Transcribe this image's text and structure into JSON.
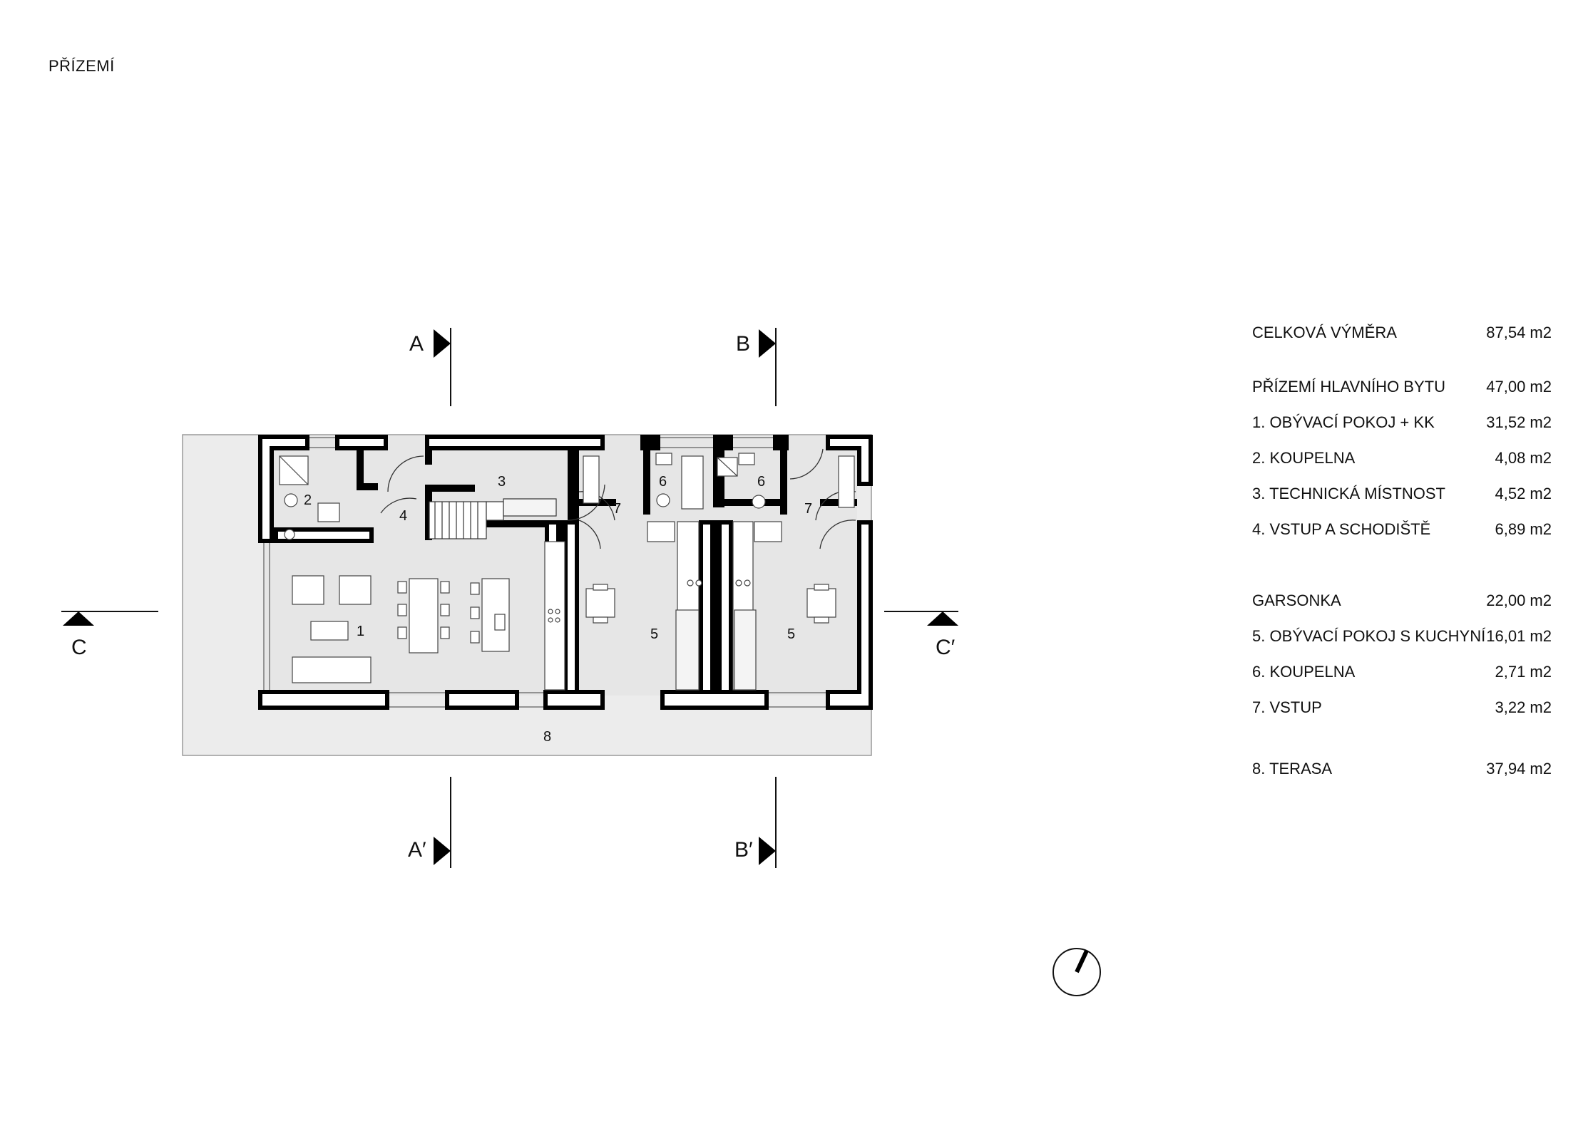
{
  "page": {
    "title": "PŘÍZEMÍ"
  },
  "sections": {
    "a_top": "A",
    "b_top": "B",
    "a_bottom": "A′",
    "b_bottom": "B′",
    "c_left": "C",
    "c_right": "C′"
  },
  "rooms": {
    "r1": "1",
    "r2": "2",
    "r3": "3",
    "r4": "4",
    "r5a": "5",
    "r5b": "5",
    "r6a": "6",
    "r6b": "6",
    "r7a": "7",
    "r7b": "7",
    "r8": "8"
  },
  "areas": {
    "total": {
      "label": "CELKOVÁ VÝMĚRA",
      "value": "87,54 m2"
    },
    "main_flat": {
      "label": "PŘÍZEMÍ HLAVNÍHO BYTU",
      "value": "47,00 m2"
    },
    "items_main": [
      {
        "label": "1. OBÝVACÍ POKOJ + KK",
        "value": "31,52 m2"
      },
      {
        "label": "2. KOUPELNA",
        "value": "4,08 m2"
      },
      {
        "label": "3. TECHNICKÁ MÍSTNOST",
        "value": "4,52 m2"
      },
      {
        "label": "4. VSTUP A SCHODIŠTĚ",
        "value": "6,89 m2"
      }
    ],
    "studio": {
      "label": "GARSONKA",
      "value": "22,00 m2"
    },
    "items_studio": [
      {
        "label": "5. OBÝVACÍ POKOJ S KUCHYNÍ",
        "value": "16,01 m2"
      },
      {
        "label": "6. KOUPELNA",
        "value": "2,71 m2"
      },
      {
        "label": "7. VSTUP",
        "value": "3,22 m2"
      }
    ],
    "terrace": {
      "label": "8. TERASA",
      "value": "37,94 m2"
    }
  },
  "icons": {
    "north_arrow": "north-arrow-icon",
    "section_marker": "triangle-section-marker"
  },
  "colors": {
    "wall": "#000000",
    "floor": "#ececec",
    "line": "#111111"
  }
}
